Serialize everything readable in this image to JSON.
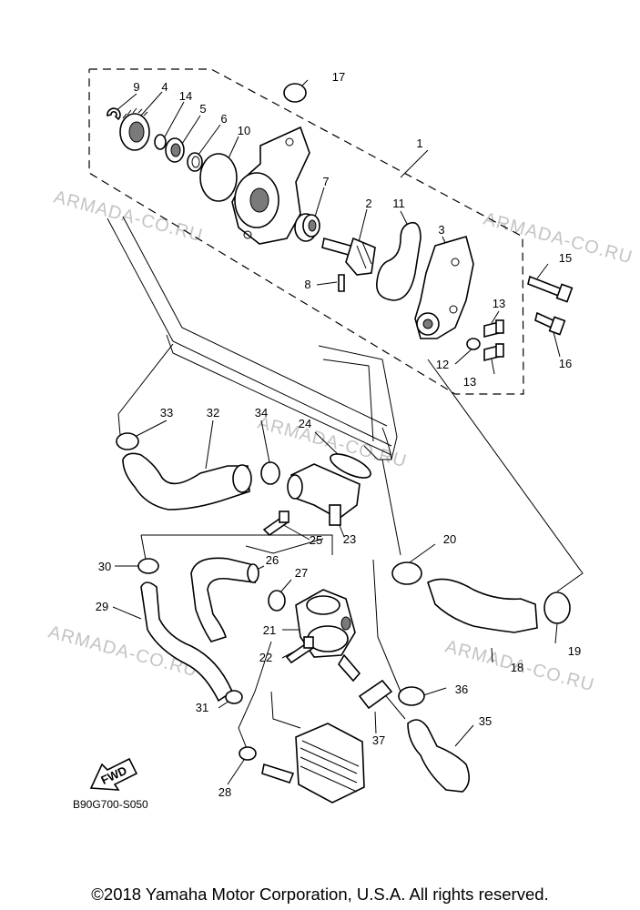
{
  "watermark_text": "ARMADA-CO.RU",
  "drawing_code": "B90G700-S050",
  "fwd_label": "FWD",
  "copyright": "©2018 Yamaha Motor Corporation, U.S.A. All rights reserved.",
  "callouts": {
    "c1": "1",
    "c2": "2",
    "c3": "3",
    "c4": "4",
    "c5": "5",
    "c6": "6",
    "c7": "7",
    "c8": "8",
    "c9": "9",
    "c10": "10",
    "c11": "11",
    "c12": "12",
    "c13a": "13",
    "c13b": "13",
    "c14": "14",
    "c15": "15",
    "c16": "16",
    "c17": "17",
    "c18": "18",
    "c19": "19",
    "c20": "20",
    "c21": "21",
    "c22": "22",
    "c23": "23",
    "c24": "24",
    "c25": "25",
    "c26": "26",
    "c27": "27",
    "c28": "28",
    "c29": "29",
    "c30": "30",
    "c31": "31",
    "c32": "32",
    "c33": "33",
    "c34": "34",
    "c35": "35",
    "c36": "36",
    "c37": "37"
  }
}
